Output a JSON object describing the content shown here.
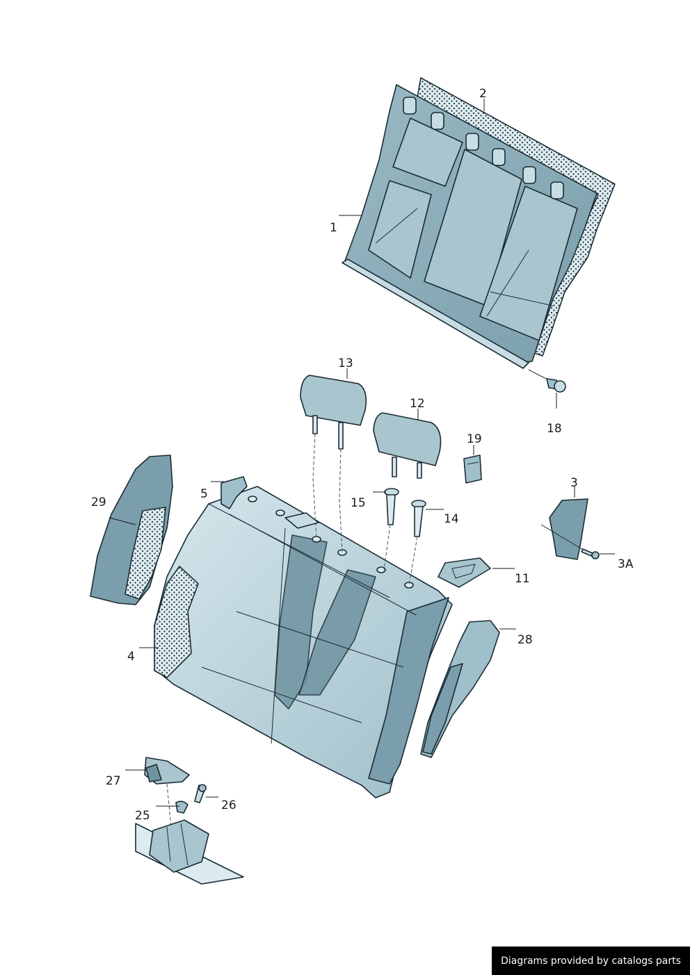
{
  "diagram": {
    "callouts": [
      {
        "id": "1",
        "label": "1"
      },
      {
        "id": "2",
        "label": "2"
      },
      {
        "id": "3",
        "label": "3"
      },
      {
        "id": "3A",
        "label": "3A"
      },
      {
        "id": "4",
        "label": "4"
      },
      {
        "id": "5",
        "label": "5"
      },
      {
        "id": "11",
        "label": "11"
      },
      {
        "id": "12",
        "label": "12"
      },
      {
        "id": "13",
        "label": "13"
      },
      {
        "id": "14",
        "label": "14"
      },
      {
        "id": "15",
        "label": "15"
      },
      {
        "id": "18",
        "label": "18"
      },
      {
        "id": "19",
        "label": "19"
      },
      {
        "id": "25",
        "label": "25"
      },
      {
        "id": "26",
        "label": "26"
      },
      {
        "id": "27",
        "label": "27"
      },
      {
        "id": "28",
        "label": "28"
      },
      {
        "id": "29",
        "label": "29"
      }
    ]
  },
  "footer": {
    "credit_text": "Diagrams provided by catalogs parts"
  },
  "colors": {
    "part_fill": "#bcd6de",
    "part_fill_dark": "#6f93a0",
    "part_fill_light": "#dcebef",
    "outline": "#1a2a33",
    "credit_bg": "#000000",
    "credit_text": "#ffffff"
  }
}
